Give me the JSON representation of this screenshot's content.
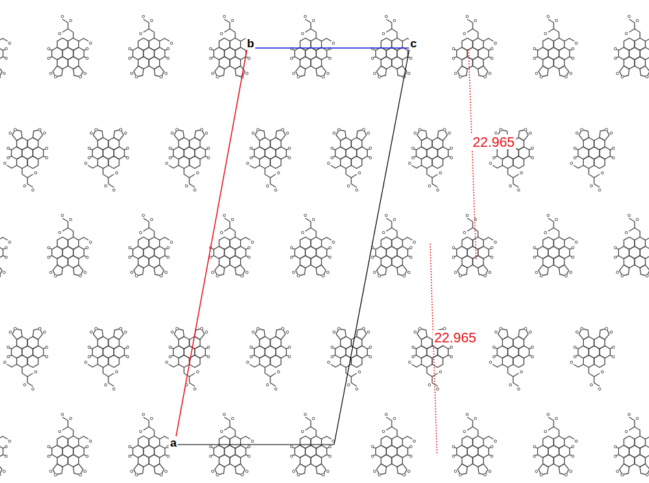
{
  "diagram": {
    "labels": [
      "b",
      "c",
      "a",
      "22.965",
      "22.965"
    ]
  }
}
